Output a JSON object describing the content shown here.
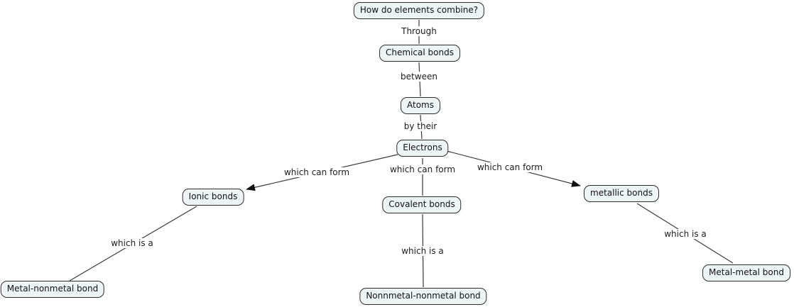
{
  "diagram": {
    "type": "concept-map",
    "topic": "How do elements combine?",
    "colors": {
      "background": "#ffffff",
      "node_fill": "#eef3f4",
      "node_border": "#2d2d2d",
      "node_text": "#121212",
      "line": "#3a3a3a",
      "arrowhead": "#111111"
    },
    "nodes": {
      "question": {
        "label": "How do elements combine?"
      },
      "chemical_bonds": {
        "label": "Chemical bonds"
      },
      "atoms": {
        "label": "Atoms"
      },
      "electrons": {
        "label": "Electrons"
      },
      "ionic_bonds": {
        "label": "Ionic bonds"
      },
      "covalent_bonds": {
        "label": "Covalent bonds"
      },
      "metallic_bonds": {
        "label": "metallic bonds"
      },
      "metal_nonmetal": {
        "label": "Metal-nonmetal bond"
      },
      "nonmetal_nonmetal": {
        "label": "Nonnmetal-nonmetal bond"
      },
      "metal_metal": {
        "label": "Metal-metal bond"
      }
    },
    "links": {
      "through": {
        "label": "Through",
        "from": "question",
        "to": "chemical_bonds",
        "arrow": false
      },
      "between": {
        "label": "between",
        "from": "chemical_bonds",
        "to": "atoms",
        "arrow": false
      },
      "by_their": {
        "label": "by their",
        "from": "atoms",
        "to": "electrons",
        "arrow": false
      },
      "form_ionic": {
        "label": "which can form",
        "from": "electrons",
        "to": "ionic_bonds",
        "arrow": true
      },
      "form_covalent": {
        "label": "which can form",
        "from": "electrons",
        "to": "covalent_bonds",
        "arrow": false
      },
      "form_metallic": {
        "label": "which can form",
        "from": "electrons",
        "to": "metallic_bonds",
        "arrow": true
      },
      "ionic_is_a": {
        "label": "which is a",
        "from": "ionic_bonds",
        "to": "metal_nonmetal",
        "arrow": false
      },
      "covalent_is_a": {
        "label": "which is a",
        "from": "covalent_bonds",
        "to": "nonmetal_nonmetal",
        "arrow": false
      },
      "metallic_is_a": {
        "label": "which is a",
        "from": "metallic_bonds",
        "to": "metal_metal",
        "arrow": false
      }
    }
  }
}
